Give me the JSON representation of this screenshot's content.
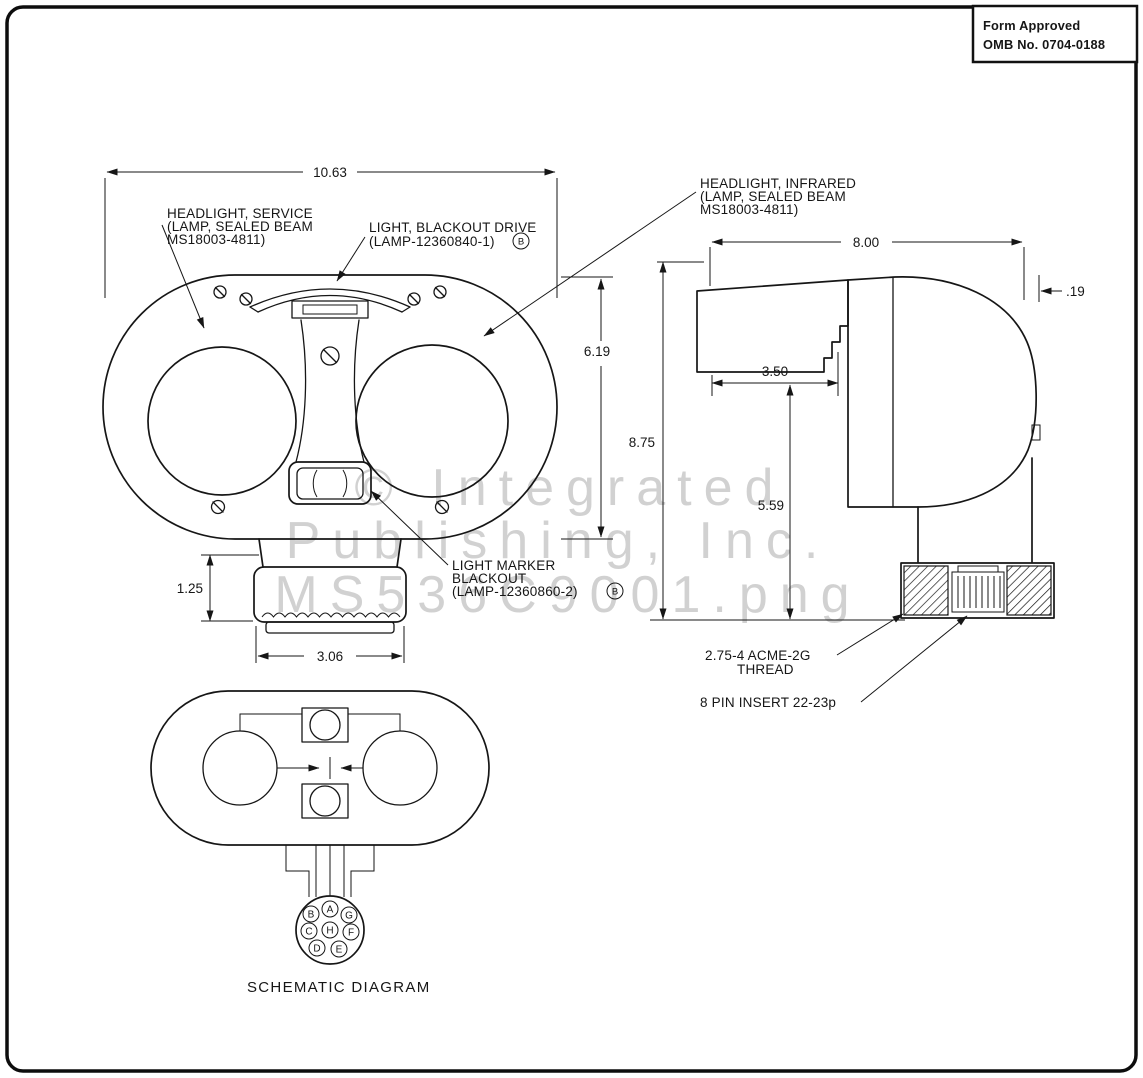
{
  "form_box": {
    "line1": "Form Approved",
    "line2": "OMB No. 0704-0188"
  },
  "front_view": {
    "dimensions": {
      "overall_width": "10.63",
      "overall_height": "6.19",
      "mount_height": "1.25",
      "mount_width": "3.06"
    },
    "labels": {
      "service": {
        "l1": "HEADLIGHT, SERVICE",
        "l2": "(LAMP, SEALED BEAM",
        "l3": "MS18003-4811)"
      },
      "blackout_drive": {
        "l1": "LIGHT, BLACKOUT DRIVE",
        "l2": "(LAMP-12360840-1)",
        "suffix": "B"
      },
      "infrared": {
        "l1": "HEADLIGHT, INFRARED",
        "l2": "(LAMP, SEALED BEAM",
        "l3": "MS18003-4811)"
      },
      "marker": {
        "l1": "LIGHT MARKER",
        "l2": "BLACKOUT",
        "l3": "(LAMP-12360860-2)",
        "suffix": "B"
      }
    }
  },
  "side_view": {
    "dimensions": {
      "overall_width": "8.00",
      "lip_offset": ".19",
      "hood_depth": "3.50",
      "overall_height": "8.75",
      "body_height": "5.59"
    },
    "labels": {
      "thread_l1": "2.75-4 ACME-2G",
      "thread_l2": "THREAD",
      "pin_insert": "8 PIN INSERT 22-23p"
    }
  },
  "schematic": {
    "title": "SCHEMATIC DIAGRAM",
    "pins": {
      "a": "A",
      "b": "B",
      "c": "C",
      "d": "D",
      "e": "E",
      "f": "F",
      "g": "G",
      "h": "H"
    }
  },
  "watermark": {
    "l1": "© Integrated",
    "l2": "Publishing, Inc.",
    "l3": "MS536C9001.png"
  }
}
